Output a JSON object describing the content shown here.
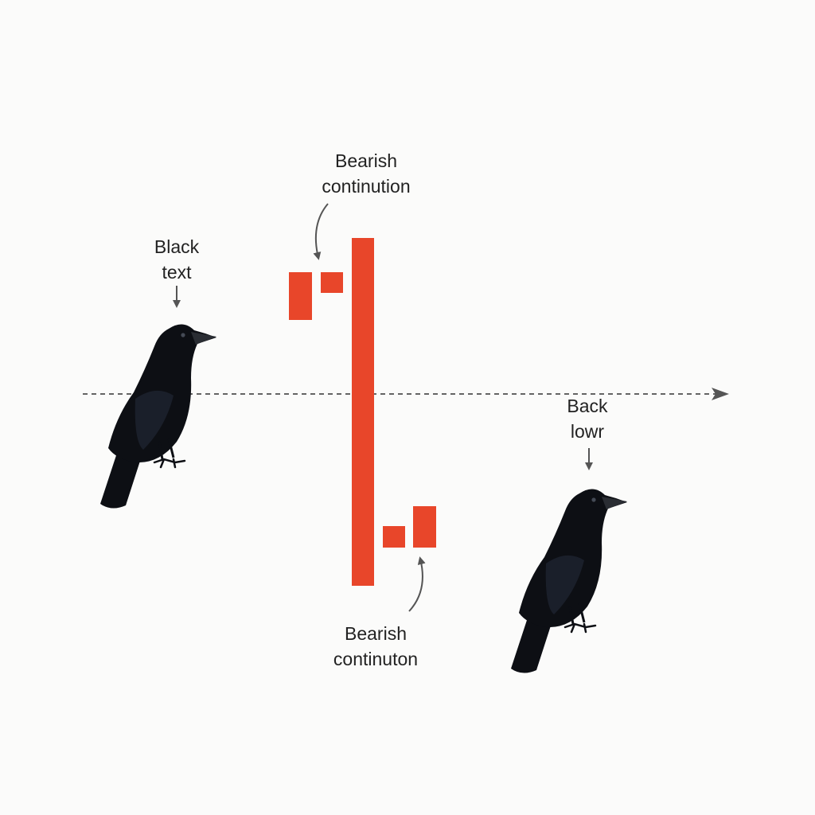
{
  "annotations": {
    "top_pattern": {
      "line1": "Bearish",
      "line2": "continution"
    },
    "left_crow": {
      "line1": "Black",
      "line2": "text"
    },
    "right_crow": {
      "line1": "Back",
      "line2": "lowr"
    },
    "bottom_pattern": {
      "line1": "Bearish",
      "line2": "continuton"
    }
  },
  "colors": {
    "candle": "#e8462a",
    "crow": "#0d0f14",
    "reference_line": "#333333",
    "background": "#fbfbfa"
  },
  "icons": [
    "crow-illustration",
    "arrow-down-icon",
    "curved-arrow-icon"
  ]
}
